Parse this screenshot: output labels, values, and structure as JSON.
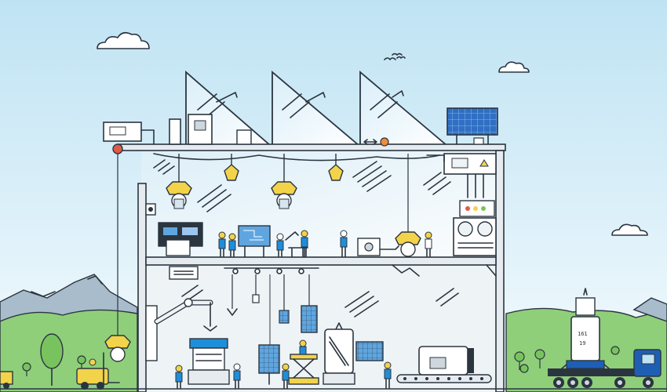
{
  "illustration": {
    "kind": "satellite assembly factory cross-section",
    "colors": {
      "sky_top": "#bfe3f3",
      "sky_bottom": "#f3fafd",
      "outline": "#2b3540",
      "wall": "#e9edf1",
      "accent_blue": "#1f8ed8",
      "accent_yellow": "#f2d34a",
      "grass": "#8fcf7a",
      "mountain": "#9fb3c2",
      "truck_blue": "#1e5fb4",
      "solar_blue": "#2f6fc4"
    },
    "labels": {
      "payload_stencil_1": "161",
      "payload_stencil_2": "19"
    }
  }
}
